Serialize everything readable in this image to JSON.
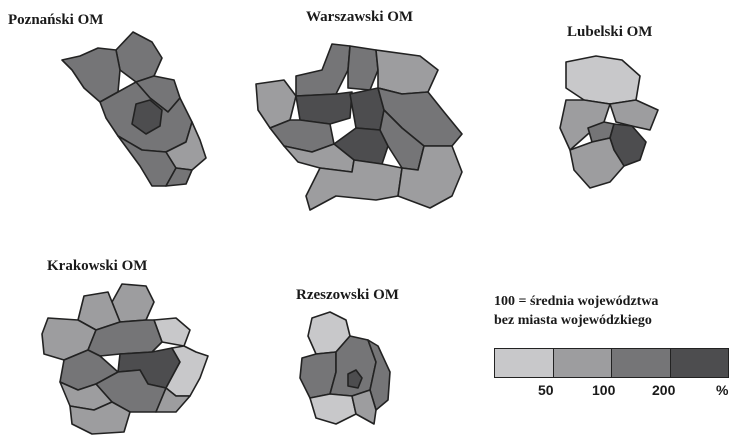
{
  "regions": {
    "poznanski": {
      "title": "Poznański OM"
    },
    "warszawski": {
      "title": "Warszawski OM"
    },
    "lubelski": {
      "title": "Lubelski OM"
    },
    "krakowski": {
      "title": "Krakowski OM"
    },
    "rzeszowski": {
      "title": "Rzeszowski OM"
    }
  },
  "legend": {
    "note_line1": "100 = średnia województwa",
    "note_line2": "bez miasta wojewódzkiego",
    "ticks": [
      "50",
      "100",
      "200",
      "%"
    ],
    "colors": [
      "#c8c8ca",
      "#9d9d9f",
      "#757577",
      "#4d4d4f"
    ]
  },
  "colors": {
    "border": "#222222",
    "background": "#ffffff"
  }
}
